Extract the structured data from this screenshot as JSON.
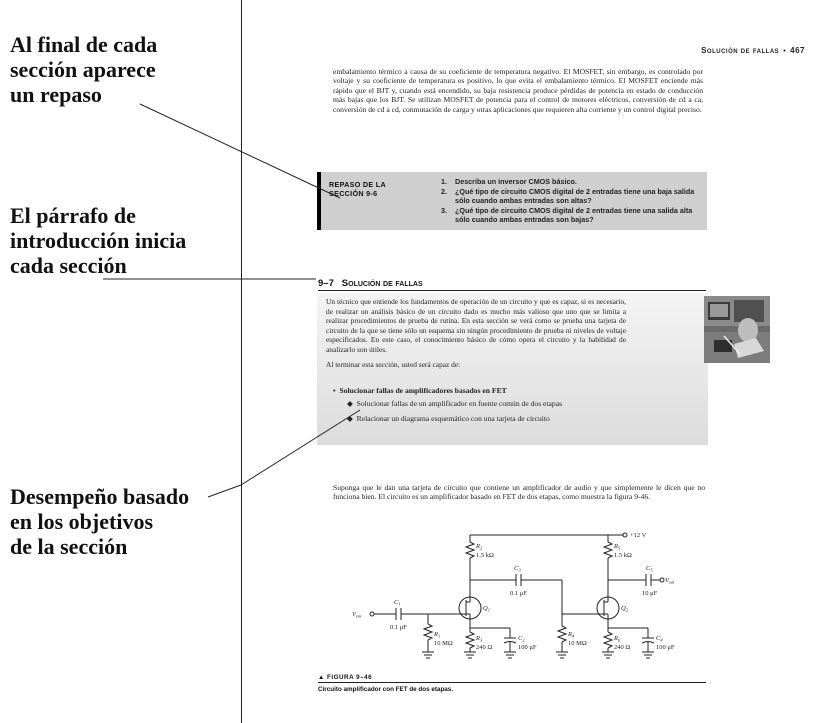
{
  "annotations": {
    "a1": [
      "Al final de cada",
      "sección aparece",
      "un repaso"
    ],
    "a2": [
      "El párrafo de",
      "introducción inicia",
      "cada sección"
    ],
    "a3": [
      "Desempeño basado",
      "en los objetivos",
      "de la sección"
    ]
  },
  "running_head": {
    "title": "Solución de fallas",
    "bullet": "•",
    "page": "467"
  },
  "body_paragraph": "embalamiento térmico a causa de su coeficiente de temperatura negativo. El MOSFET, sin embargo, es controlado por voltaje y su coeficiente de temperatura es positivo, lo que evita el embalamiento térmico. El MOSFET enciende más rápido que el BJT y, cuando está encendido, su baja resistencia produce pérdidas de potencia en estado de conducción más bajas que los BJT. Se utilizan MOSFET de potencia para el control de motores eléctricos, conversión de cd a ca, conversión de cd a cd, conmutación de carga y otras aplicaciones que requieren alta corriente y un control digital preciso.",
  "review": {
    "title": "REPASO DE LA SECCIÓN 9-6",
    "questions": [
      {
        "n": "1.",
        "text": "Describa un inversor CMOS básico."
      },
      {
        "n": "2.",
        "text": "¿Qué tipo de circuito CMOS digital de 2 entradas tiene una baja salida sólo cuando ambas entradas son altas?"
      },
      {
        "n": "3.",
        "text": "¿Qué tipo de circuito CMOS digital de 2 entradas tiene una salida alta sólo cuando ambas entradas son bajas?"
      }
    ]
  },
  "section": {
    "number": "9–7",
    "title": "Solución de fallas"
  },
  "intro": {
    "paragraph": "Un técnico que entiende los fundamentos de operación de un circuito y que es capaz, si es necesario, de realizar un análisis básico de un circuito dado es mucho más valioso que uno que se limita a realizar procedimientos de prueba de rutina. En esta sección se verá como se prueba una tarjeta de circuito de la que se tiene sólo un esquema sin ningún procedimiento de prueba ni niveles de voltaje especificados. En este caso, el conocimiento básico de cómo opera el circuito y la habilidad de analizarlo son útiles.",
    "lead": "Al terminar esta sección, usted será capaz de:",
    "main_objective": "Solucionar fallas de amplificadores basados en FET",
    "sub_objectives": [
      "Solucionar fallas de un amplificador en fuente común de dos etapas",
      "Relacionar un diagrama esquemático con una tarjeta de circuito"
    ]
  },
  "paragraph2": "Suponga que le dan una tarjeta de circuito que contiene un amplificador de audio y que simplemente le dicen que no funciona bien. El circuito es un amplificador basado en FET de dos etapas, como muestra la figura 9-46.",
  "circuit": {
    "vdd": "+12 V",
    "vin": "V",
    "vin_sub": "ent",
    "vout": "V",
    "vout_sub": "sal",
    "C1": "0.1 μF",
    "C3": "0.1 μF",
    "C5": "10 μF",
    "C2": "100 μF",
    "C4": "100 μF",
    "R1": "10 MΩ",
    "R2": "1.5 kΩ",
    "R3": "240 Ω",
    "R4": "10 MΩ",
    "R5": "1.5 kΩ",
    "R6": "240 Ω",
    "Q1": "Q",
    "Q2": "Q"
  },
  "figure": {
    "label": "▲ FIGURA 9–46",
    "caption": "Circuito amplificador con FET de dos etapas."
  }
}
